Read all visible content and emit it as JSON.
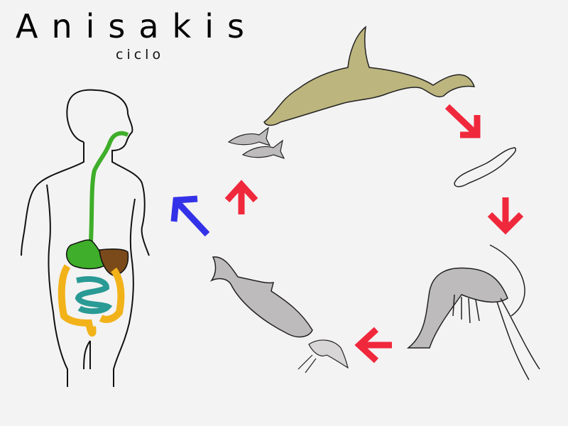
{
  "title": "Anisakis",
  "subtitle": "ciclo",
  "colors": {
    "background": "#f4f3f3",
    "dolphin": "#bcb57e",
    "fish": "#bdbbbb",
    "cycle_arrow": "#f0283c",
    "human_arrow": "#3432e8",
    "esophagus_stomach": "#3fae2a",
    "liver": "#7a4a1a",
    "small_intestine": "#2a9a95",
    "large_intestine": "#f2b21a"
  },
  "stages": [
    {
      "name": "dolphin"
    },
    {
      "name": "larva"
    },
    {
      "name": "shrimp"
    },
    {
      "name": "fish"
    },
    {
      "name": "human"
    }
  ]
}
